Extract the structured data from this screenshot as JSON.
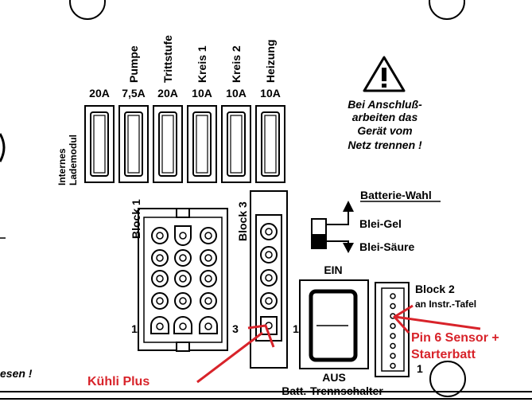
{
  "fuses": [
    {
      "label": "Pumpe",
      "rating": "7,5A"
    },
    {
      "label": "Trittstufe",
      "rating": "20A"
    },
    {
      "label": "Kreis 1",
      "rating": "10A"
    },
    {
      "label": "Kreis 2",
      "rating": "10A"
    },
    {
      "label": "Heizung",
      "rating": "10A"
    }
  ],
  "fuse_first_rating": "20A",
  "lademodul_label": [
    "Internes",
    "Lademodul"
  ],
  "warning_text": [
    "Bei Anschluß-",
    "arbeiten das",
    "Gerät vom",
    "Netz trennen !"
  ],
  "block1_label": "Block 1",
  "block1_pin_label": "1",
  "block3_label": "Block 3",
  "block3_pin_left": "3",
  "block3_pin_right": "1",
  "battery": {
    "heading": "Batterie-Wahl",
    "option_gel": "Blei-Gel",
    "option_acid": "Blei-Säure"
  },
  "switch": {
    "on_label": "EIN",
    "off_label": "AUS",
    "caption": "Batt.-Trennschalter"
  },
  "block2": {
    "label": "Block 2",
    "sublabel": "an Instr.-Tafel",
    "pin_label": "1"
  },
  "annotations": {
    "kuhli": "Kühli Plus",
    "pin6_line1": "Pin 6 Sensor +",
    "pin6_line2": "Starterbatt"
  },
  "left_fragment": "esen !",
  "colors": {
    "annotation": "#d8232a",
    "line": "#000000"
  }
}
